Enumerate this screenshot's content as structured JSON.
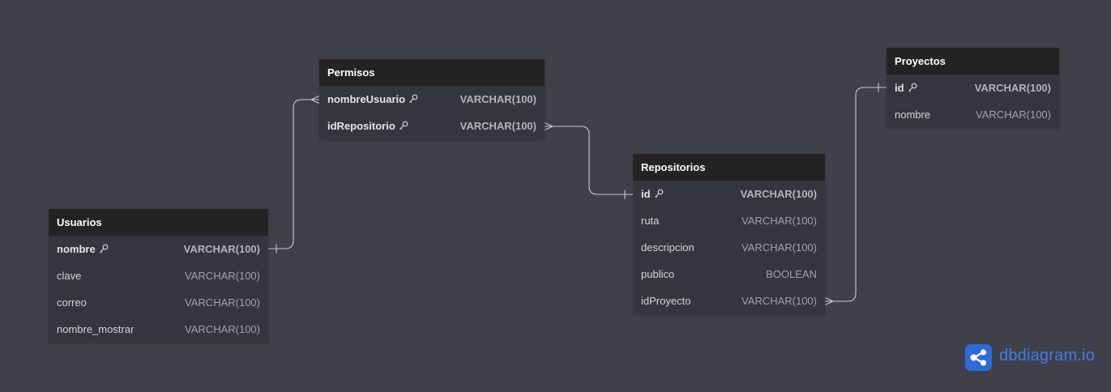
{
  "tables": {
    "permisos": {
      "name": "Permisos",
      "columns": [
        {
          "name": "nombreUsuario",
          "type": "VARCHAR(100)",
          "pk": true
        },
        {
          "name": "idRepositorio",
          "type": "VARCHAR(100)",
          "pk": true
        }
      ]
    },
    "usuarios": {
      "name": "Usuarios",
      "columns": [
        {
          "name": "nombre",
          "type": "VARCHAR(100)",
          "pk": true
        },
        {
          "name": "clave",
          "type": "VARCHAR(100)",
          "pk": false
        },
        {
          "name": "correo",
          "type": "VARCHAR(100)",
          "pk": false
        },
        {
          "name": "nombre_mostrar",
          "type": "VARCHAR(100)",
          "pk": false
        }
      ]
    },
    "repositorios": {
      "name": "Repositorios",
      "columns": [
        {
          "name": "id",
          "type": "VARCHAR(100)",
          "pk": true
        },
        {
          "name": "ruta",
          "type": "VARCHAR(100)",
          "pk": false
        },
        {
          "name": "descripcion",
          "type": "VARCHAR(100)",
          "pk": false
        },
        {
          "name": "publico",
          "type": "BOOLEAN",
          "pk": false
        },
        {
          "name": "idProyecto",
          "type": "VARCHAR(100)",
          "pk": false
        }
      ]
    },
    "proyectos": {
      "name": "Proyectos",
      "columns": [
        {
          "name": "id",
          "type": "VARCHAR(100)",
          "pk": true
        },
        {
          "name": "nombre",
          "type": "VARCHAR(100)",
          "pk": false
        }
      ]
    }
  },
  "relationships": [
    {
      "from": "Usuarios.nombre",
      "from_cardinality": "one",
      "to": "Permisos.nombreUsuario",
      "to_cardinality": "many"
    },
    {
      "from": "Permisos.idRepositorio",
      "from_cardinality": "many",
      "to": "Repositorios.id",
      "to_cardinality": "one"
    },
    {
      "from": "Repositorios.idProyecto",
      "from_cardinality": "many",
      "to": "Proyectos.id",
      "to_cardinality": "one"
    }
  ],
  "icons": {
    "primary_key": "key-icon",
    "brand_logo": "share-icon"
  },
  "colors": {
    "canvas_bg": "#40404a",
    "table_header_bg": "#232323",
    "table_body_bg": "#35353d",
    "connector_line": "#c9c9cf",
    "brand": "#2f6bd8"
  },
  "brand": {
    "text": "dbdiagram.io"
  }
}
